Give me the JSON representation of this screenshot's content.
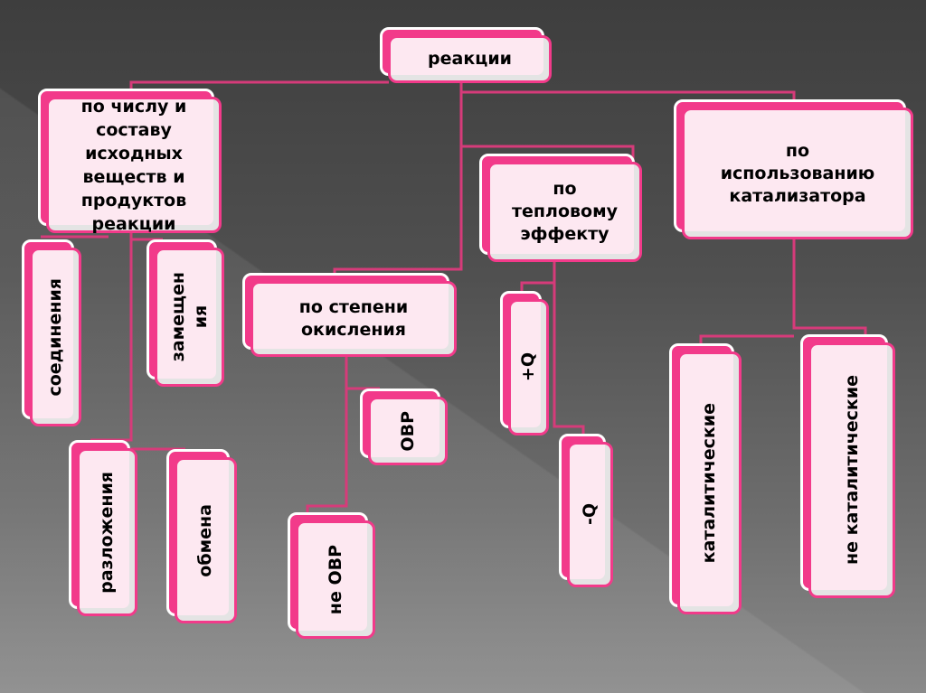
{
  "colors": {
    "accent": "#f23a8a",
    "box_fill": "#fde8f1",
    "line": "#d63b7a"
  },
  "nodes": {
    "root": "реакции",
    "composition": "по числу и\nсоставу\nисходных\nвеществ и\nпродуктов\nреакции",
    "combination": "соединения",
    "substitution": "замещен\nия",
    "decomposition": "разложения",
    "exchange": "обмена",
    "oxidation": "по степени\nокисления",
    "redox": "ОВР",
    "non_redox": "не ОВР",
    "thermal": "по\nтепловому\nэффекту",
    "exo": "+Q",
    "endo": "-Q",
    "catalyst": "по\nиспользованию\nкатализатора",
    "catalytic": "каталитические",
    "non_catalytic": "не каталитические"
  }
}
